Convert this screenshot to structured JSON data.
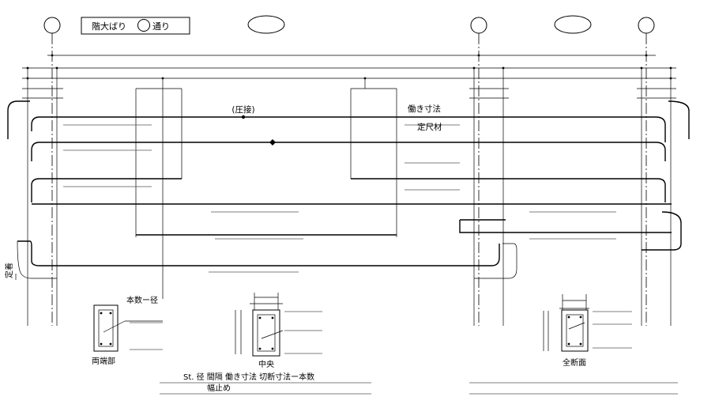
{
  "title": {
    "prefix": "階大ばり",
    "suffix": "通り"
  },
  "labels": {
    "pressure_weld": "(圧接)",
    "working_dimension": "働き寸法",
    "fixed_length": "定尺材",
    "anchorage": "定着",
    "count_diameter": "本数ー径",
    "both_ends": "両端部",
    "center": "中央",
    "full_section": "全断面",
    "stirrup_spec": "St. 径  間隔  働き寸法  切断寸法ー本数",
    "width_stop": "幅止め"
  }
}
